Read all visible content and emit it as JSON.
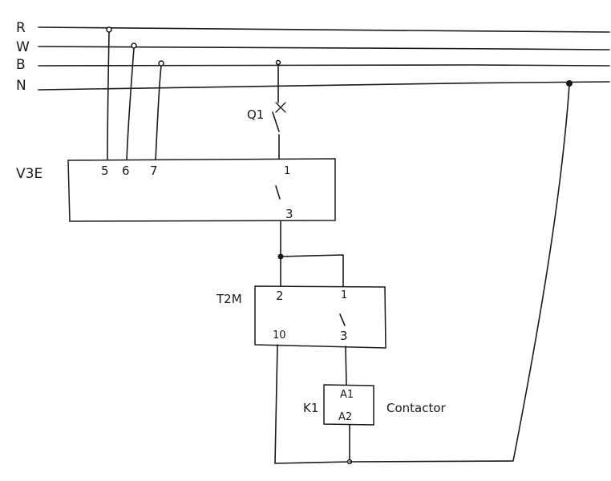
{
  "bus": {
    "lines": [
      "R",
      "W",
      "B",
      "N"
    ]
  },
  "breaker": {
    "label": "Q1"
  },
  "v3e": {
    "label": "V3E",
    "terminals": [
      "5",
      "6",
      "7",
      "1",
      "3"
    ]
  },
  "t2m": {
    "label": "T2M",
    "terminals": [
      "2",
      "1",
      "10",
      "3"
    ]
  },
  "contactor": {
    "tag": "K1",
    "terminal_top": "A1",
    "terminal_bottom": "A2",
    "description": "Contactor"
  }
}
